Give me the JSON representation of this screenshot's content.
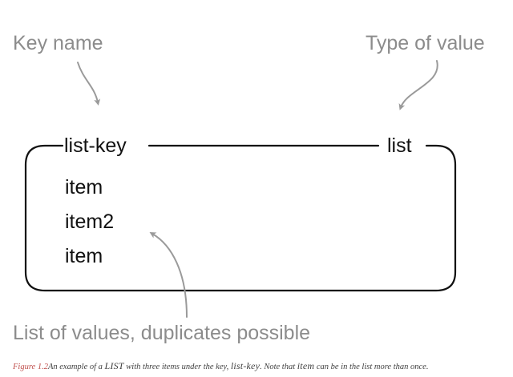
{
  "figure": {
    "background_color": "#ffffff",
    "annotation_color": "#8c8c8c",
    "code_color": "#111111",
    "caption_label_color": "#c0504d",
    "box_stroke_color": "#111111"
  },
  "annotations": {
    "key_name_label": "Key name",
    "type_of_value_label": "Type of value",
    "list_of_values_label": "List of values, duplicates possible"
  },
  "box": {
    "key": "list-key",
    "type": "list",
    "items": [
      "item",
      "item2",
      "item"
    ]
  },
  "caption": {
    "figure_label": "Figure 1.2",
    "text_part1": "An example of a ",
    "emphasis1": "LIST",
    "text_part2": " with three items under the key, ",
    "emphasis2": "list-key",
    "text_part3": ". Note that ",
    "emphasis3": "item",
    "text_part4": " can be in the list more than once."
  }
}
